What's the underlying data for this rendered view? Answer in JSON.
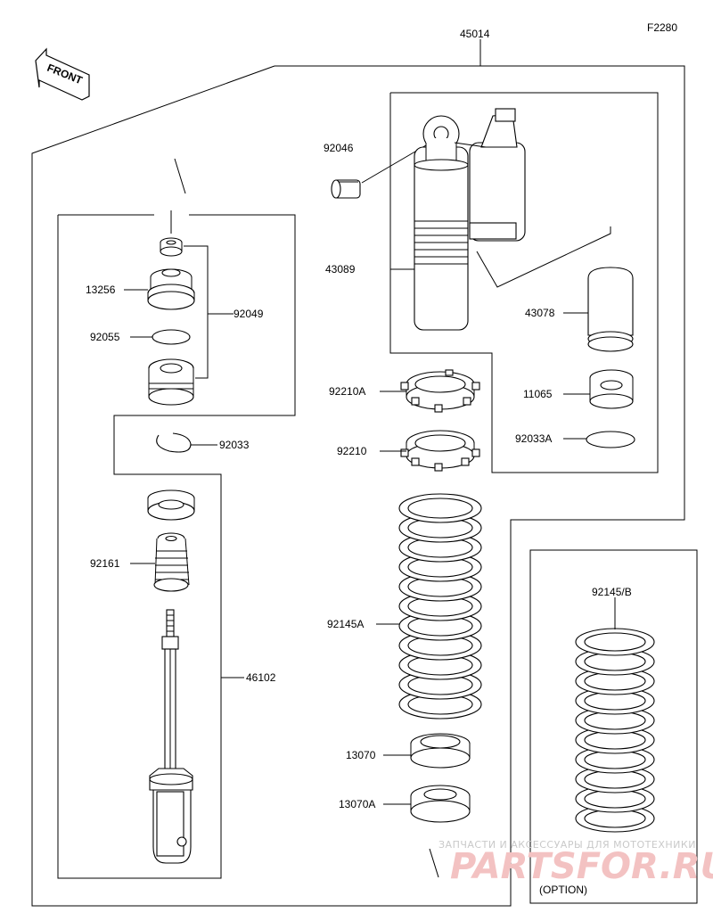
{
  "figure_code": "F2280",
  "front_label": "FRONT",
  "option_label": "(OPTION)",
  "watermark": {
    "line1": "ЗАПЧАСТИ И АКСЕССУАРЫ ДЛЯ МОТОТЕХНИКИ",
    "line2": "PARTSFOR.RU"
  },
  "parts": {
    "assembly": "45014",
    "bearing": "92046",
    "shock_body": "43089",
    "reservoir_cap": "43078",
    "reservoir_cap_seal": "11065",
    "reservoir_cap_oring": "92033A",
    "nut": "13256",
    "seal_kit": "92049",
    "oring": "92055",
    "circlip": "92033",
    "bump_stop": "92161",
    "piston_rod": "46102",
    "adjuster_nut_a": "92210A",
    "adjuster_nut": "92210",
    "spring_a": "92145A",
    "spring_b": "92145/B",
    "spring_guide": "13070",
    "spring_guide_a": "13070A"
  },
  "colors": {
    "line": "#000000",
    "part_fill": "#ffffff",
    "shade": "#dcdcdc",
    "watermark_red": "#f3c2c2",
    "watermark_gray": "#c9c9c9"
  }
}
